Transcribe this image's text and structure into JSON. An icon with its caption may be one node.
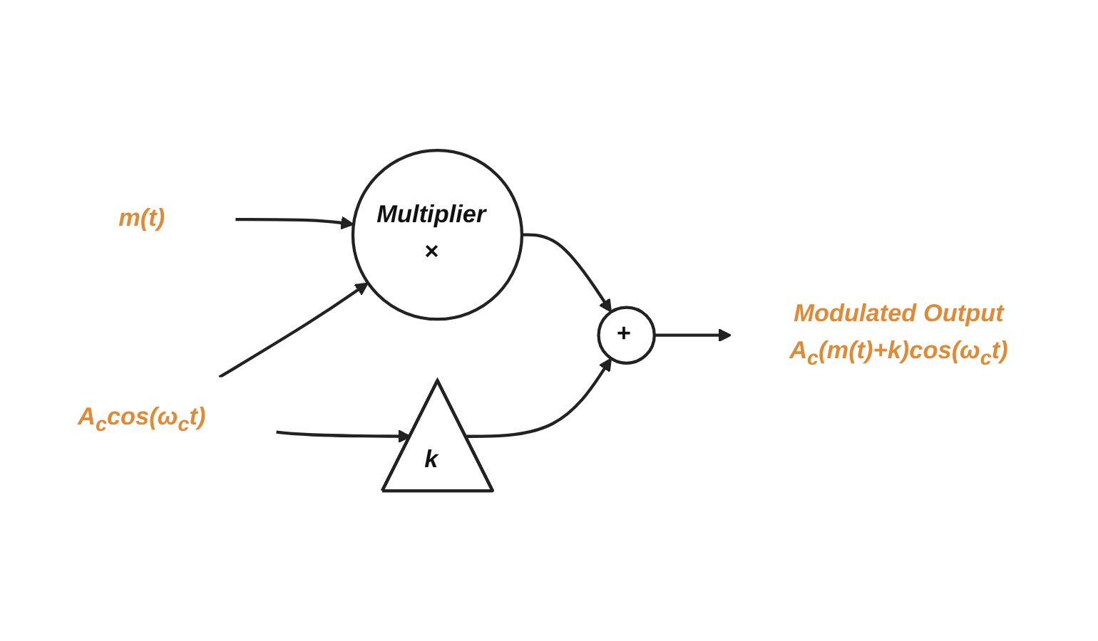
{
  "diagram": {
    "nodes": [
      {
        "text": [
          "m(t)"
        ]
      },
      {
        "text": [
          "Multiplier",
          "×"
        ]
      },
      {
        "text": [
          "+"
        ]
      },
      {
        "text": [
          "k"
        ]
      },
      {
        "text": [
          "Modulated Output",
          "A$_{c}$(m(t)+k)cos(ω$_{c}$t)"
        ]
      },
      {
        "text": [
          "A$_{c}$cos(ω$_{c}$t)"
        ]
      }
    ],
    "edges": [
      {
        "from": 0,
        "to": 1,
        "arrow": "to"
      },
      {
        "from": 1,
        "to": 2,
        "arrow": "to"
      },
      {
        "from": 2,
        "to": 4,
        "arrow": "to"
      },
      {
        "from": 5,
        "to": 1,
        "arrow": "to"
      },
      {
        "from": 5,
        "to": 3,
        "arrow": "to"
      },
      {
        "from": 3,
        "to": 2,
        "arrow": "to"
      }
    ]
  }
}
